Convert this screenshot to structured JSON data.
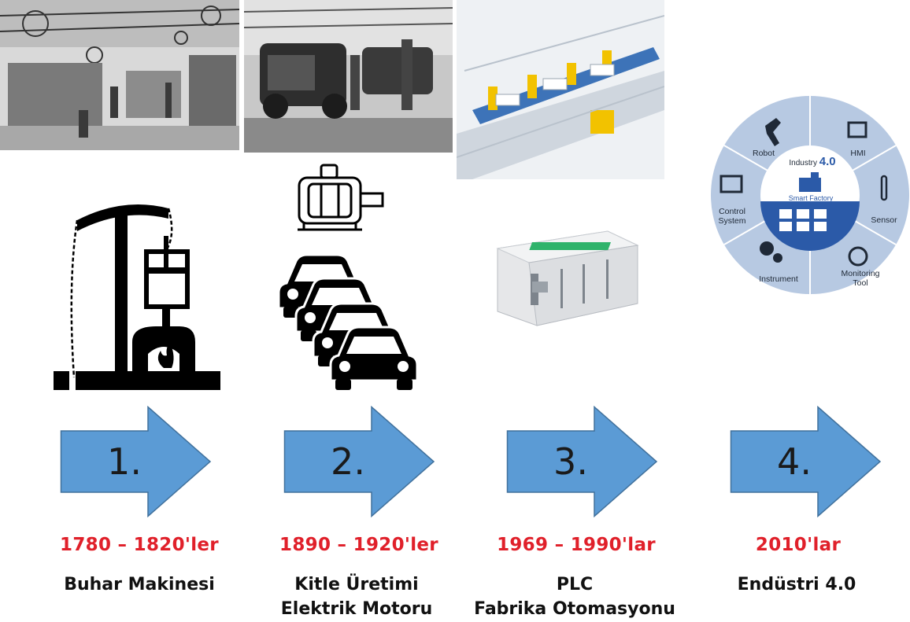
{
  "stages": [
    {
      "number": "1.",
      "era": "1780 – 1820'ler",
      "label_lines": [
        "Buhar Makinesi"
      ]
    },
    {
      "number": "2.",
      "era": "1890 – 1920'ler",
      "label_lines": [
        "Kitle Üretimi",
        "Elektrik Motoru"
      ]
    },
    {
      "number": "3.",
      "era": "1969 – 1990'lar",
      "label_lines": [
        "PLC",
        "Fabrika Otomasyonu"
      ]
    },
    {
      "number": "4.",
      "era": "2010'lar",
      "label_lines": [
        "Endüstri 4.0"
      ]
    }
  ],
  "wheel": {
    "center_title": "Industry",
    "center_version": "4.0",
    "center_subtitle": "Smart Factory",
    "segments": {
      "robot": "Robot",
      "hmi": "HMI",
      "sensor": "Sensor",
      "monitoring_line1": "Monitoring",
      "monitoring_line2": "Tool",
      "instrument": "Instrument",
      "control_line1": "Control",
      "control_line2": "System"
    }
  },
  "colors": {
    "arrow_fill": "#5b9bd5",
    "arrow_stroke": "#41719c",
    "era_red": "#e0202a",
    "wheel_ring": "#b7c9e2",
    "wheel_dark": "#2b5aa8"
  }
}
